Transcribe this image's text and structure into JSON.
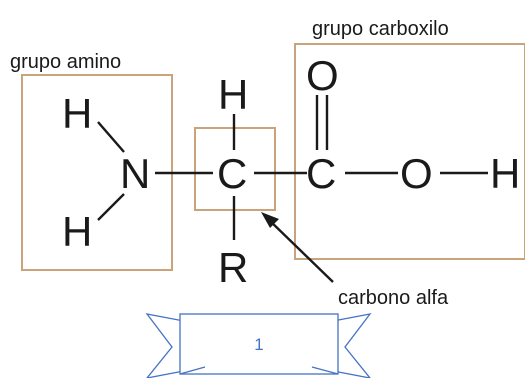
{
  "labels": {
    "amino_group": "grupo amino",
    "carboxyl_group": "grupo carboxilo",
    "alpha_carbon": "carbono alfa"
  },
  "atoms": {
    "amino_h_top": "H",
    "amino_h_bottom": "H",
    "nitrogen": "N",
    "alpha_h": "H",
    "alpha_c": "C",
    "side_chain": "R",
    "carboxyl_o_double": "O",
    "carboxyl_c": "C",
    "hydroxyl_o": "O",
    "hydroxyl_h": "H"
  },
  "footer": {
    "page_number": "1"
  },
  "colors": {
    "group_box_border": "#c9a37a",
    "ribbon_border": "#4472c4",
    "page_number": "#4472c4",
    "text": "#1a1a1a"
  }
}
